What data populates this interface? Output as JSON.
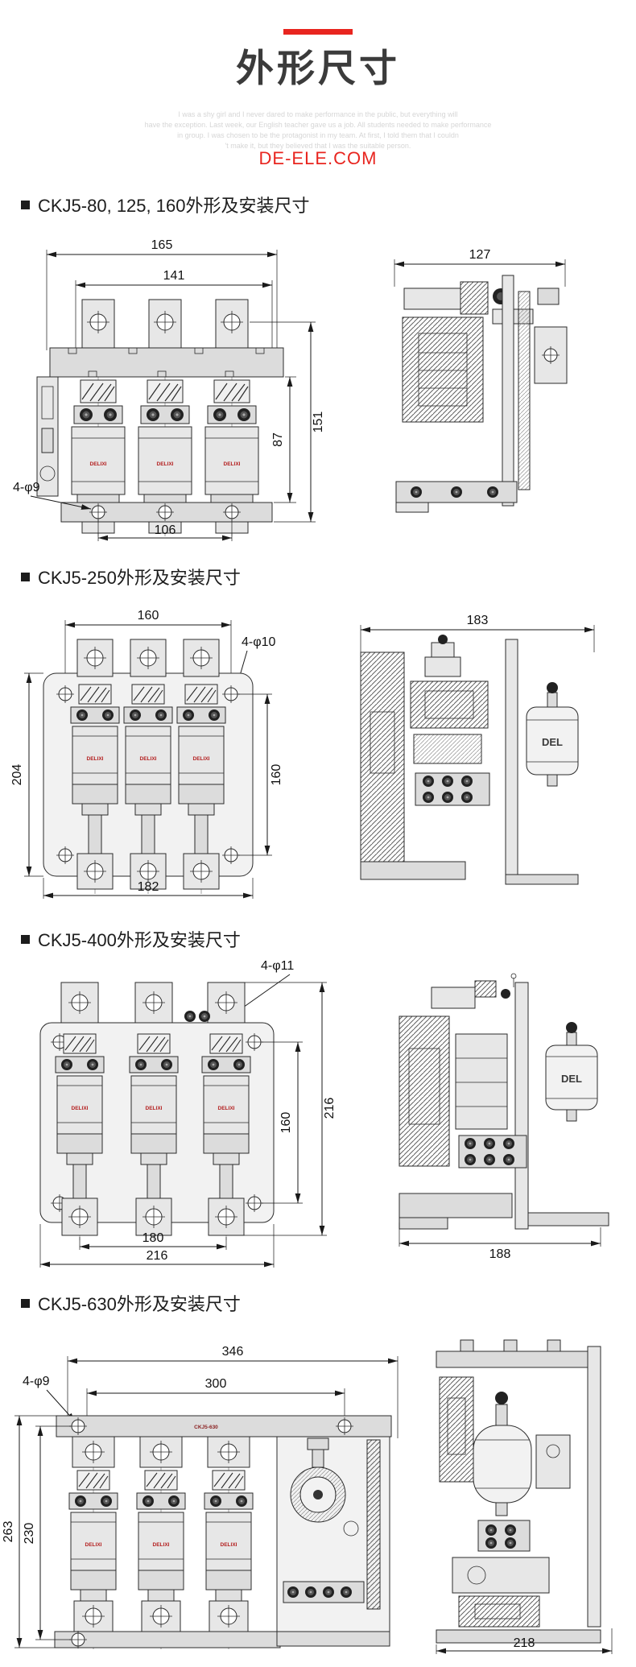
{
  "page": {
    "accent_color": "#e8251f",
    "title": "外形尺寸",
    "watermark": [
      "I was a shy girl and I never dared to make performance in the public, but everything will",
      "have the exception. Last week, our English teacher gave us a job. All students needed to make performance",
      "in group. I was chosen to be the protagonist in my team. At first, I told them that I couldn",
      "'t make it, but they believed that I was the suitable person."
    ],
    "brand": "DE-ELE.COM"
  },
  "sections": [
    {
      "heading": "CKJ5-80, 125, 160外形及安装尺寸",
      "front": {
        "width_outer": "165",
        "width_inner": "141",
        "height_outer": "151",
        "height_inner": "87",
        "width_bottom": "106",
        "hole_callout": "4-φ9",
        "pole_label": "DELIXI"
      },
      "side": {
        "width_top": "127"
      }
    },
    {
      "heading": "CKJ5-250外形及安装尺寸",
      "front": {
        "width_top": "160",
        "hole_callout": "4-φ10",
        "height_left": "204",
        "height_right": "160",
        "width_bottom": "182",
        "pole_label": "DELIXI"
      },
      "side": {
        "width_top": "183",
        "coil_label": "DEL"
      }
    },
    {
      "heading": "CKJ5-400外形及安装尺寸",
      "front": {
        "hole_callout": "4-φ11",
        "height_outer": "216",
        "height_inner": "160",
        "width_bottom_inner": "180",
        "width_bottom_outer": "216",
        "pole_label": "DELIXI"
      },
      "side": {
        "width_bottom": "188",
        "coil_label": "DEL"
      }
    },
    {
      "heading": "CKJ5-630外形及安装尺寸",
      "front": {
        "width_outer": "346",
        "width_inner": "300",
        "hole_callout": "4-φ9",
        "height_outer": "263",
        "height_inner": "230",
        "unit_label": "CKJ5-630",
        "pole_label": "DELIXI"
      },
      "side": {
        "width_bottom": "218"
      }
    }
  ]
}
